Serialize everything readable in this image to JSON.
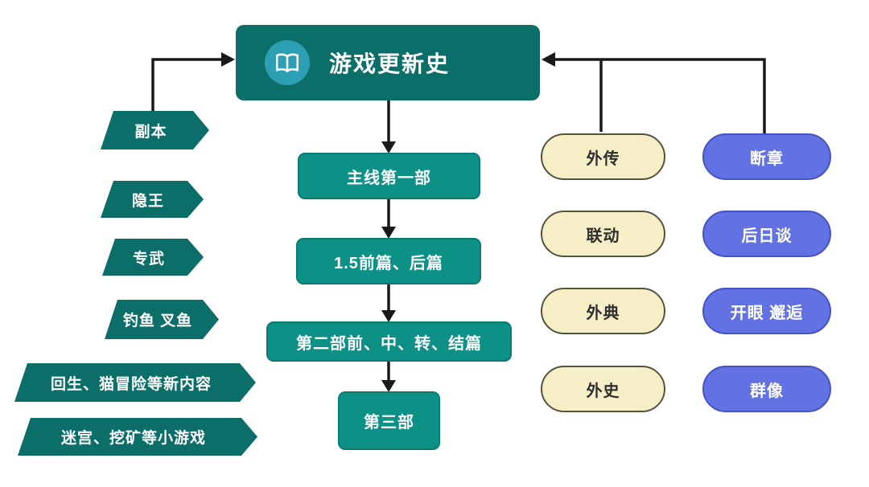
{
  "title": {
    "label": "游戏更新史",
    "icon": "book-icon"
  },
  "left_banners": [
    {
      "label": "副本"
    },
    {
      "label": "隐王"
    },
    {
      "label": "专武"
    },
    {
      "label": "钓鱼 叉鱼"
    },
    {
      "label": "回生、猫冒险等新内容"
    },
    {
      "label": "迷宫、挖矿等小游戏"
    }
  ],
  "main_flow": [
    {
      "label": "主线第一部"
    },
    {
      "label": "1.5前篇、后篇"
    },
    {
      "label": "第二部前、中、转、结篇"
    },
    {
      "label": "第三部"
    }
  ],
  "side_nodes": {
    "cream_column": [
      {
        "label": "外传"
      },
      {
        "label": "联动"
      },
      {
        "label": "外典"
      },
      {
        "label": "外史"
      }
    ],
    "blue_column": [
      {
        "label": "断章"
      },
      {
        "label": "后日谈"
      },
      {
        "label": "开眼 邂逅"
      },
      {
        "label": "群像"
      }
    ]
  },
  "colors": {
    "dark_teal": "#0c6e69",
    "flow_teal": "#0d9186",
    "icon_circle_teal": "#2d9fb3",
    "cream_fill": "#f6eec6",
    "cream_border": "#55543c",
    "blue_fill": "#6272e3",
    "blue_border": "#4653c4",
    "connector_black": "#1a1a1a",
    "background": "#ffffff"
  }
}
